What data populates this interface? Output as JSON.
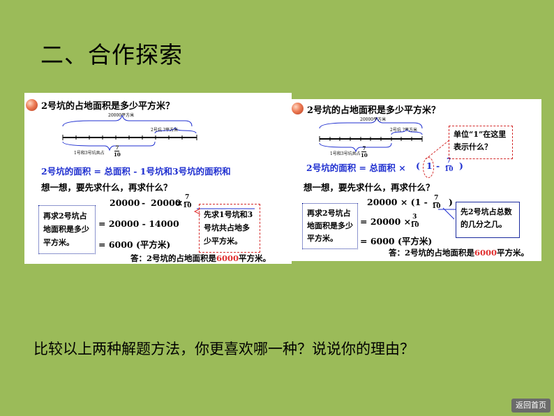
{
  "slide": {
    "title": "二、合作探索",
    "question": "比较以上两种解题方法，你更喜欢哪一种？说说你的理由？",
    "back_button": "返回首页"
  },
  "panel1": {
    "heading": "2号坑的占地面积是多少平方米？",
    "total_label": "20000平方米",
    "pit2_label": "2号坑 ?平方米",
    "pit13_label": "1号和3号坑共占",
    "pit13_frac_num": "7",
    "pit13_frac_den": "10",
    "formula": "2号坑的面积 = 总面积 - 1号坑和3号坑的面积和",
    "think": "想一想，要先求什么，再求什么？",
    "calc_line1_a": "20000",
    "calc_line1_op": "-",
    "calc_line1_b": "20000",
    "calc_line1_times": "×",
    "calc_frac_num": "7",
    "calc_frac_den": "10",
    "calc_line2": "= 20000 - 14000",
    "calc_line3": "= 6000 (平方米)",
    "left_note": "再求2号坑占地面积是多少平方米。",
    "right_note": "先求1号坑和3号坑共占地多少平方米。",
    "answer_prefix": "答：2号坑的占地面积是",
    "answer_value": "6000",
    "answer_suffix": "平方米。"
  },
  "panel2": {
    "heading": "2号坑的占地面积是多少平方米？",
    "total_label": "20000平方米",
    "pit2_label": "2号坑 ?平方米",
    "pit13_label": "1号和3号坑共占",
    "pit13_frac_num": "7",
    "pit13_frac_den": "10",
    "formula": "2号坑的面积 = 总面积 ×",
    "formula_open": "(",
    "formula_one": "1",
    "formula_minus": "-",
    "formula_close": ")",
    "formula_frac_num": "7",
    "formula_frac_den": "10",
    "unit_note": "单位“1”在这里表示什么？",
    "think": "想一想，要先求什么，再求什么？",
    "calc_line1": "20000 × (1 -",
    "calc_line1_close": ")",
    "calc_frac1_num": "7",
    "calc_frac1_den": "10",
    "calc_line2": "= 20000 ×",
    "calc_frac2_num": "3",
    "calc_frac2_den": "10",
    "calc_line3": "= 6000 (平方米)",
    "left_note": "再求2号坑占地面积是多少平方米。",
    "right_note": "先2号坑占总数的几分之几。",
    "answer_prefix": "答：2号坑的占地面积是",
    "answer_value": "6000",
    "answer_suffix": "平方米。"
  }
}
